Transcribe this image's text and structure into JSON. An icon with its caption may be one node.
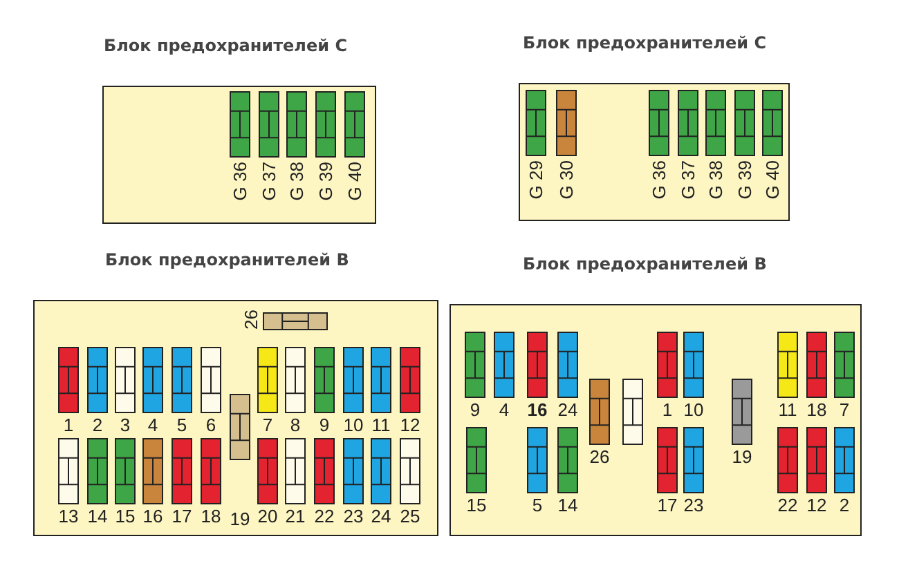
{
  "diagram": {
    "nodes": [
      {
        "text": [
          "Блок предохранителей С"
        ]
      },
      {
        "text": [
          "G 36"
        ],
        "in": 0
      },
      {
        "text": [
          "G 37"
        ],
        "in": 0
      },
      {
        "text": [
          "G 38"
        ],
        "in": 0
      },
      {
        "text": [
          "G 39"
        ],
        "in": 0
      },
      {
        "text": [
          "G 40"
        ],
        "in": 0
      },
      {
        "text": [
          "Блок предохранителей С"
        ]
      },
      {
        "text": [
          "G 29"
        ],
        "in": 6
      },
      {
        "text": [
          "G 30"
        ],
        "in": 6
      },
      {
        "text": [
          "G 36"
        ],
        "in": 6
      },
      {
        "text": [
          "G 37"
        ],
        "in": 6
      },
      {
        "text": [
          "G 38"
        ],
        "in": 6
      },
      {
        "text": [
          "G 39"
        ],
        "in": 6
      },
      {
        "text": [
          "G 40"
        ],
        "in": 6
      },
      {
        "text": [
          "Блок предохранителей В"
        ]
      },
      {
        "text": [
          "26"
        ],
        "in": 14
      },
      {
        "text": [
          "1"
        ],
        "in": 14
      },
      {
        "text": [
          "2"
        ],
        "in": 14
      },
      {
        "text": [
          "3"
        ],
        "in": 14
      },
      {
        "text": [
          "4"
        ],
        "in": 14
      },
      {
        "text": [
          "5"
        ],
        "in": 14
      },
      {
        "text": [
          "6"
        ],
        "in": 14
      },
      {
        "text": [
          "7"
        ],
        "in": 14
      },
      {
        "text": [
          "8"
        ],
        "in": 14
      },
      {
        "text": [
          "9"
        ],
        "in": 14
      },
      {
        "text": [
          "10"
        ],
        "in": 14
      },
      {
        "text": [
          "11"
        ],
        "in": 14
      },
      {
        "text": [
          "12"
        ],
        "in": 14
      },
      {
        "text": [
          "13"
        ],
        "in": 14
      },
      {
        "text": [
          "14"
        ],
        "in": 14
      },
      {
        "text": [
          "15"
        ],
        "in": 14
      },
      {
        "text": [
          "16"
        ],
        "in": 14
      },
      {
        "text": [
          "17"
        ],
        "in": 14
      },
      {
        "text": [
          "18"
        ],
        "in": 14
      },
      {
        "text": [
          "19"
        ],
        "in": 14
      },
      {
        "text": [
          "20"
        ],
        "in": 14
      },
      {
        "text": [
          "21"
        ],
        "in": 14
      },
      {
        "text": [
          "22"
        ],
        "in": 14
      },
      {
        "text": [
          "23"
        ],
        "in": 14
      },
      {
        "text": [
          "24"
        ],
        "in": 14
      },
      {
        "text": [
          "25"
        ],
        "in": 14
      },
      {
        "text": [
          "Блок предохранителей В"
        ]
      },
      {
        "text": [
          "9"
        ],
        "in": 41
      },
      {
        "text": [
          "4"
        ],
        "in": 41
      },
      {
        "text": [
          "16"
        ],
        "in": 41
      },
      {
        "text": [
          "24"
        ],
        "in": 41
      },
      {
        "text": [
          "26"
        ],
        "in": 41
      },
      {
        "text": [],
        "shape": "box",
        "in": 41
      },
      {
        "text": [
          "1"
        ],
        "in": 41
      },
      {
        "text": [
          "10"
        ],
        "in": 41
      },
      {
        "text": [
          "19"
        ],
        "in": 41
      },
      {
        "text": [
          "11"
        ],
        "in": 41
      },
      {
        "text": [
          "18"
        ],
        "in": 41
      },
      {
        "text": [
          "7"
        ],
        "in": 41
      },
      {
        "text": [
          "15"
        ],
        "in": 41
      },
      {
        "text": [
          "5"
        ],
        "in": 41
      },
      {
        "text": [
          "14"
        ],
        "in": 41
      },
      {
        "text": [
          "17"
        ],
        "in": 41
      },
      {
        "text": [
          "23"
        ],
        "in": 41
      },
      {
        "text": [
          "22"
        ],
        "in": 41
      },
      {
        "text": [
          "12"
        ],
        "in": 41
      },
      {
        "text": [
          "2"
        ],
        "in": 41
      }
    ]
  }
}
